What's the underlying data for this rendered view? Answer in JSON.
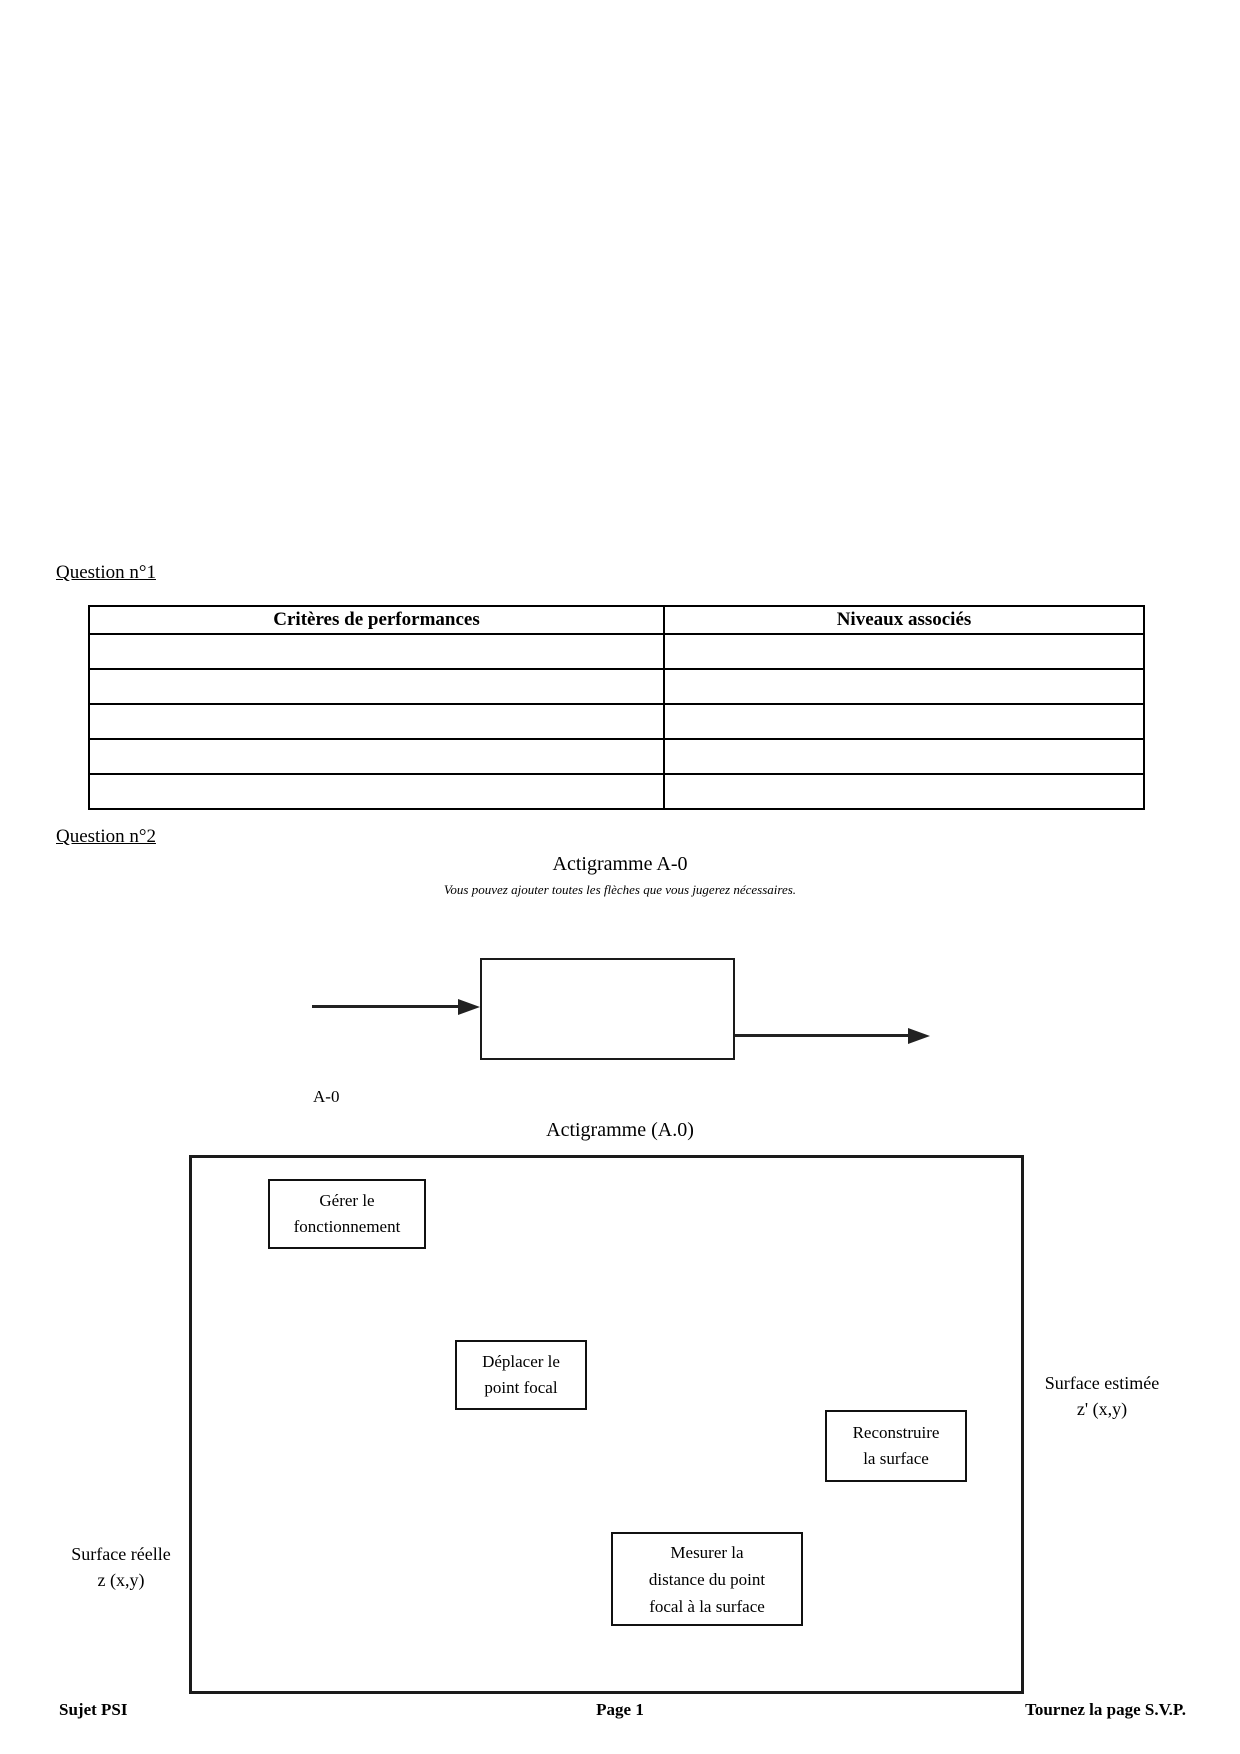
{
  "questions": {
    "q1_label": "Question n°1",
    "q2_label": "Question n°2"
  },
  "table": {
    "headers": [
      "Critères de performances",
      "Niveaux associés"
    ],
    "empty_rows": 5
  },
  "actigramme_a0": {
    "title": "Actigramme A-0",
    "note": "Vous pouvez ajouter toutes les flèches que vous jugerez nécessaires.",
    "node_label": "A-0"
  },
  "detail": {
    "title": "Actigramme (A.0)",
    "boxes": {
      "gerer": {
        "lines": [
          "Gérer le",
          "fonctionnement"
        ]
      },
      "deplacer": {
        "lines": [
          "Déplacer le",
          "point focal"
        ]
      },
      "reconstruire": {
        "lines": [
          "Reconstruire",
          "la surface"
        ]
      },
      "mesurer": {
        "lines": [
          "Mesurer la",
          "distance du point",
          "focal à la surface"
        ]
      }
    },
    "left_label": {
      "lines": [
        "Surface réelle",
        "z (x,y)"
      ]
    },
    "right_label": {
      "lines": [
        "Surface estimée",
        "z' (x,y)"
      ]
    }
  },
  "footer": {
    "left": "Sujet PSI",
    "center": "Page 1",
    "right": "Tournez la page S.V.P."
  }
}
